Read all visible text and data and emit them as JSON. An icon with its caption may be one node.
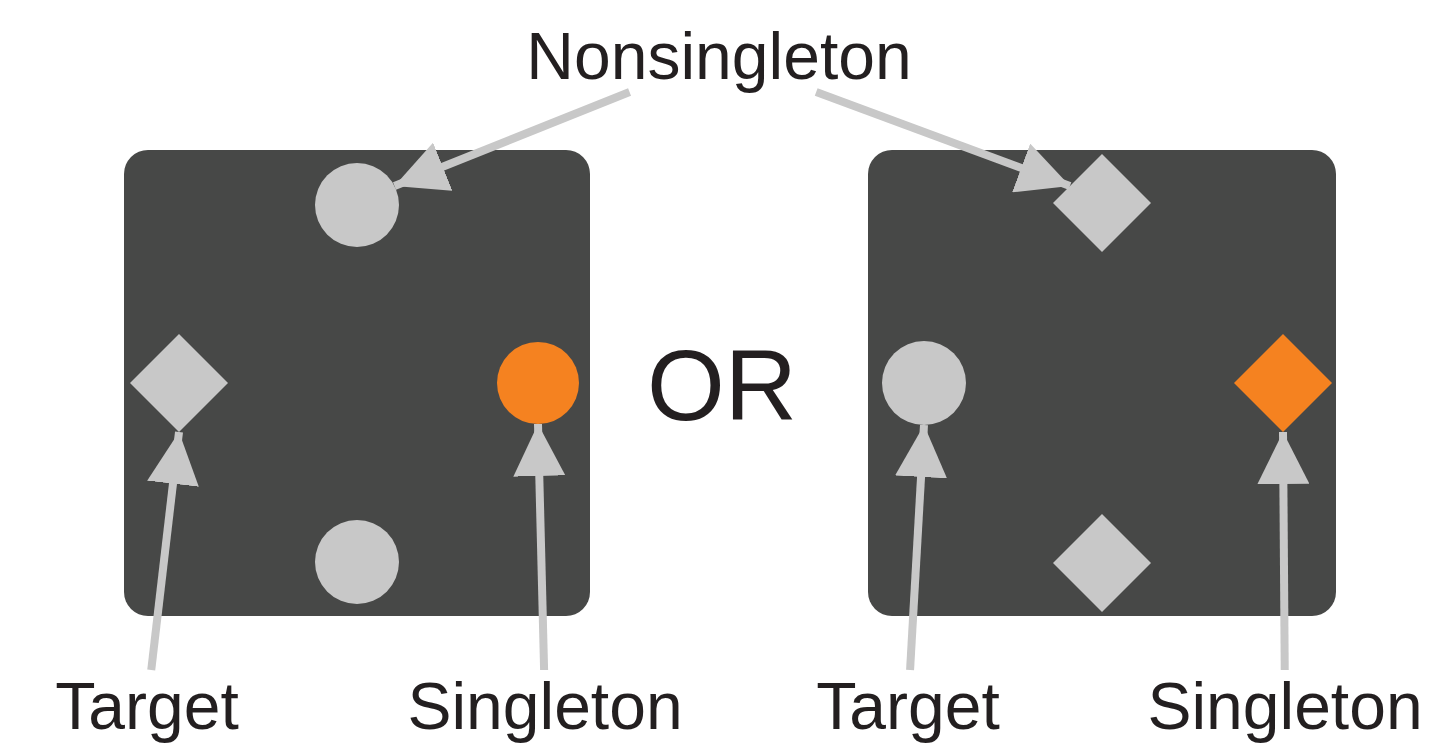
{
  "diagram": {
    "nodes": [
      {
        "text": [
          "Nonsingleton"
        ]
      },
      {
        "text": [],
        "shape": "box"
      },
      {
        "text": [],
        "shape": "circle",
        "in": 1
      },
      {
        "text": [],
        "shape": "diamond",
        "in": 1
      },
      {
        "text": [],
        "shape": "circle",
        "in": 1
      },
      {
        "text": [],
        "shape": "circle",
        "in": 1
      },
      {
        "text": [],
        "shape": "box"
      },
      {
        "text": [],
        "shape": "diamond",
        "in": 6
      },
      {
        "text": [],
        "shape": "circle",
        "in": 6
      },
      {
        "text": [],
        "shape": "diamond",
        "in": 6
      },
      {
        "text": [],
        "shape": "diamond",
        "in": 6
      },
      {
        "text": [
          "Target"
        ]
      },
      {
        "text": [
          "Singleton"
        ]
      },
      {
        "text": [
          "Target"
        ]
      },
      {
        "text": [
          "Singleton"
        ]
      }
    ],
    "edges": [
      {
        "from": 0,
        "to": 2,
        "arrow": "to"
      },
      {
        "from": 0,
        "to": 7,
        "arrow": "to"
      },
      {
        "from": 11,
        "to": 3,
        "arrow": "to"
      },
      {
        "from": 12,
        "to": 4,
        "arrow": "to"
      },
      {
        "from": 13,
        "to": 8,
        "arrow": "to"
      },
      {
        "from": 14,
        "to": 9,
        "arrow": "to"
      }
    ],
    "labels": [
      "OR"
    ]
  }
}
